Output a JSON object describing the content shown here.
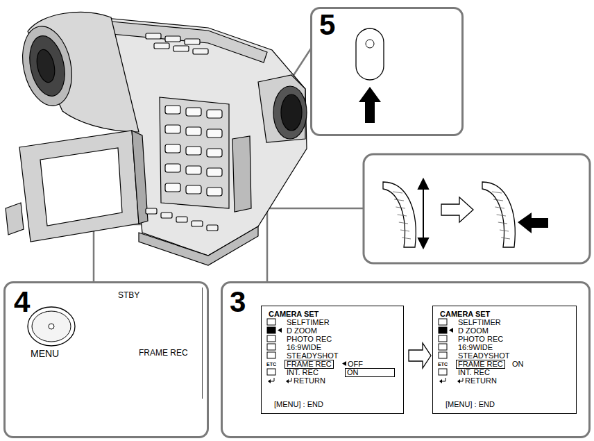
{
  "diagram": {
    "nodes": [
      {
        "text": [
          "5"
        ]
      },
      {
        "text": [
          "4",
          "MENU"
        ]
      },
      {
        "text": [
          "STBY",
          "FRAME REC"
        ],
        "in": 1
      },
      {
        "text": [
          "3"
        ]
      },
      {
        "text": [
          "CAMERA SET",
          "SELFTIMER",
          "D ZOOM",
          "PHOTO REC",
          "16:9WIDE",
          "STEADYSHOT",
          "ETC",
          "INT. REC",
          "RETURN",
          "OFF",
          "[MENU] : END"
        ],
        "in": 3
      },
      {
        "text": [
          "FRAME REC"
        ],
        "in": 4
      },
      {
        "text": [
          "ON"
        ],
        "in": 4
      },
      {
        "text": [
          "CAMERA SET",
          "SELFTIMER",
          "D ZOOM",
          "PHOTO REC",
          "16:9WIDE",
          "STEADYSHOT",
          "ETC",
          "INT. REC",
          "RETURN",
          "ON",
          "[MENU] : END"
        ],
        "in": 3
      },
      {
        "text": [
          "FRAME REC"
        ],
        "in": 7
      }
    ]
  }
}
